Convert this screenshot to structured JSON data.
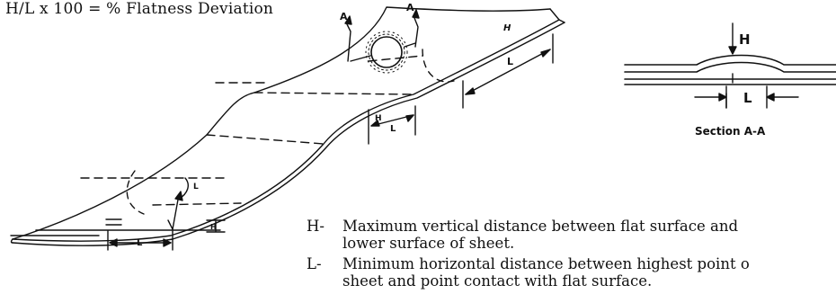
{
  "formula": "H/L x 100 = % Flatness Deviation",
  "section": {
    "caption": "Section A-A",
    "h_label": "H",
    "l_label": "L"
  },
  "sheet_labels": {
    "a": "A",
    "h": "H",
    "l": "L"
  },
  "definitions": [
    {
      "term": "H-",
      "line1": "Maximum vertical distance between flat surface and",
      "line2": "lower surface of sheet."
    },
    {
      "term": "L-",
      "line1": "Minimum horizontal distance between highest point o",
      "line2": "sheet and point contact with flat surface."
    }
  ]
}
